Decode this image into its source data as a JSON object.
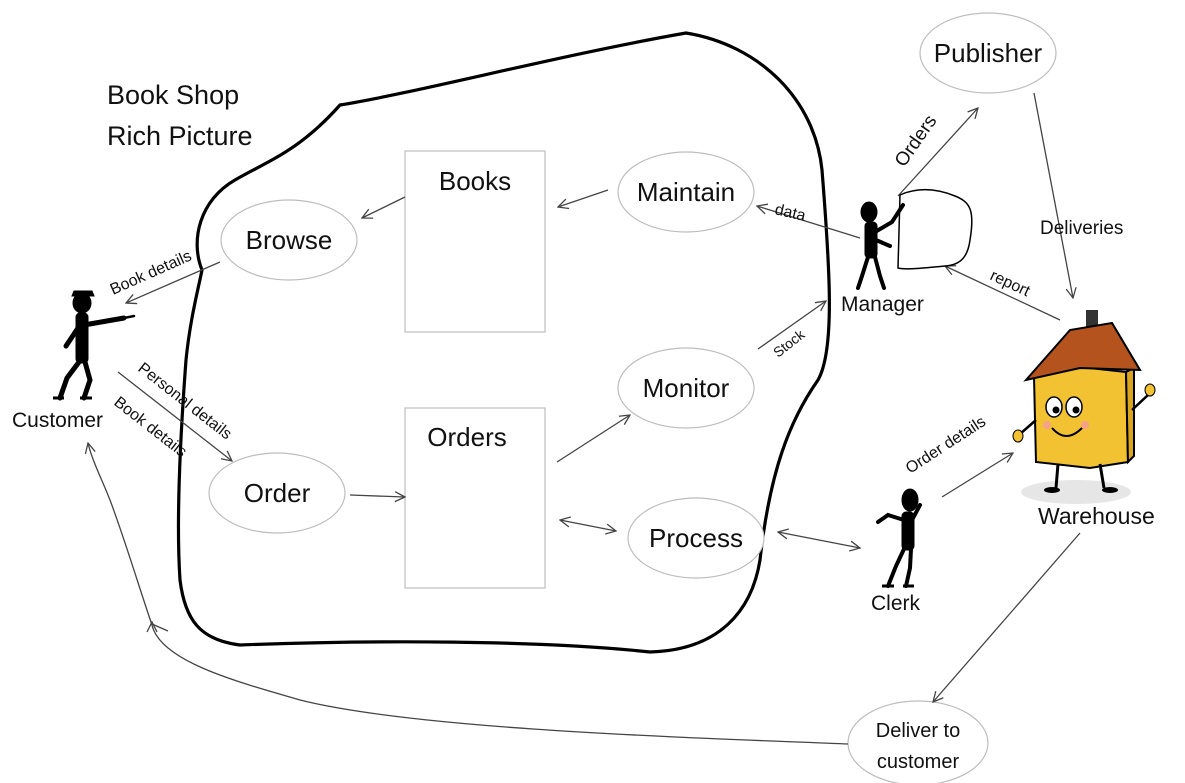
{
  "title": {
    "line1": "Book Shop",
    "line2": "Rich Picture"
  },
  "processes": {
    "browse": "Browse",
    "maintain": "Maintain",
    "monitor": "Monitor",
    "order": "Order",
    "process": "Process",
    "publisher": "Publisher",
    "deliver_line1": "Deliver to",
    "deliver_line2": "customer"
  },
  "stores": {
    "books": "Books",
    "orders": "Orders"
  },
  "actors": {
    "customer": "Customer",
    "manager": "Manager",
    "clerk": "Clerk",
    "warehouse": "Warehouse"
  },
  "flows": {
    "book_details_top": "Book details",
    "personal_details": "Personal details",
    "book_details_bottom": "Book details",
    "data": "data",
    "orders": "Orders",
    "stock": "Stock",
    "report": "report",
    "deliveries": "Deliveries",
    "order_details": "Order details"
  },
  "colors": {
    "roof": "#b5531f",
    "house": "#f2c232",
    "outline": "#000000"
  }
}
